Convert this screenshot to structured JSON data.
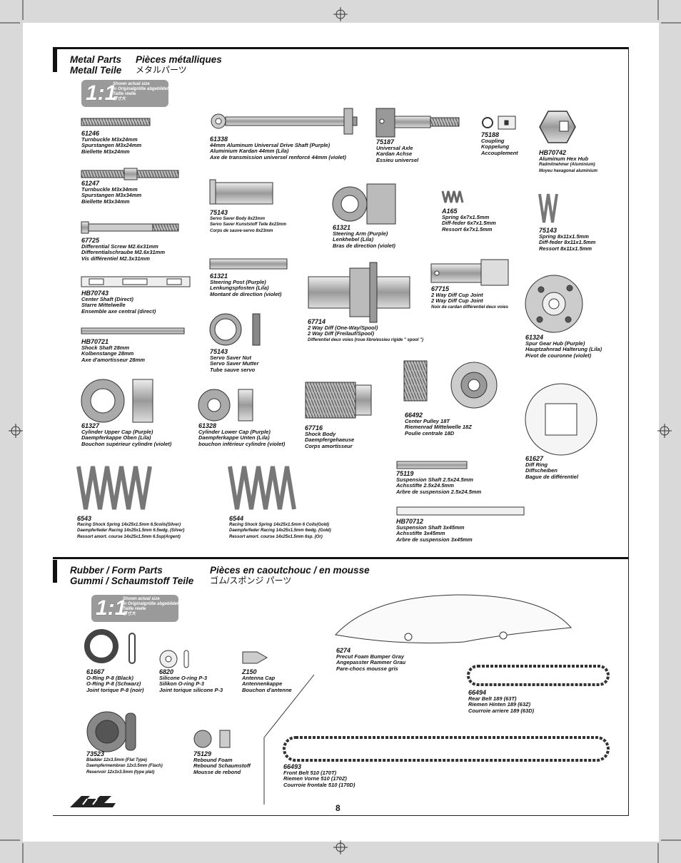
{
  "page_number": "8",
  "section1": {
    "title_en": "Metal Parts",
    "title_de": "Metall Teile",
    "title_fr": "Pièces métalliques",
    "title_jp": "メタルパーツ"
  },
  "section2": {
    "title_en": "Rubber / Form Parts",
    "title_de": "Gummi / Schaumstoff Teile",
    "title_fr": "Pièces en caoutchouc / en mousse",
    "title_jp": "ゴム/スポンジ パーツ"
  },
  "scale_badge": {
    "ratio": "1:1",
    "lines": [
      "Shown actual size",
      "In Originalgröße abgebildet",
      "Taille réelle",
      "原寸大"
    ]
  },
  "parts": [
    {
      "code": "61246",
      "lines": [
        "Turnbuckle M3x24mm",
        "Spurstangen M3x24mm",
        "Biellette M3x24mm"
      ]
    },
    {
      "code": "61247",
      "lines": [
        "Turnbuckle M3x34mm",
        "Spurstangen M3x34mm",
        "Biellette M3x34mm"
      ]
    },
    {
      "code": "67725",
      "lines": [
        "Differential Screw M2.6x31mm",
        "Differentialschraube M2.6x31mm",
        "Vis différentiel M2.3x31mm"
      ]
    },
    {
      "code": "HB70743",
      "lines": [
        "Center Shaft (Direct)",
        "Starre Mittelwelle",
        "Ensemble axe central (direct)"
      ]
    },
    {
      "code": "HB70721",
      "lines": [
        "Shock Shaft 28mm",
        "Kolbenstange 28mm",
        "Axe d'amortisseur 28mm"
      ]
    },
    {
      "code": "61338",
      "lines": [
        "44mm Aluminum Universal Drive Shaft (Purple)",
        "Aluminium Kardan 44mm (Lila)",
        "Axe de transmission universel renforcé 44mm (violet)"
      ]
    },
    {
      "code": "75187",
      "lines": [
        "Universal Axle",
        "Kardan Achse",
        "Essieu universel"
      ]
    },
    {
      "code": "75188",
      "lines": [
        "Coupling",
        "Koppelung",
        "Accouplement"
      ]
    },
    {
      "code": "HB70742",
      "lines": [
        "Aluminum Hex Hub",
        "Radmitnehmer (Aluminium)",
        "Moyeu hexagonal aluminium"
      ]
    },
    {
      "code": "75143",
      "lines": [
        "Servo Saver Body 8x23mm",
        "Servo Saver Kunststoff Teile 8x23mm",
        "Corps de sauve-servo 8x23mm"
      ]
    },
    {
      "code": "61321",
      "lines": [
        "Steering Arm (Purple)",
        "Lenkhebel (Lila)",
        "Bras de direction (violet)"
      ]
    },
    {
      "code": "A165",
      "lines": [
        "Spring 6x7x1.5mm",
        "Diff-feder 6x7x1.5mm",
        "Ressort 6x7x1.5mm"
      ]
    },
    {
      "code": "75143",
      "lines": [
        "Spring 8x11x1.5mm",
        "Diff-feder 8x11x1.5mm",
        "Ressort 8x11x1.5mm"
      ]
    },
    {
      "code": "61321",
      "lines": [
        "Steering Post (Purple)",
        "Lenkungspfosten (Lila)",
        "Montant de direction (violet)"
      ]
    },
    {
      "code": "67714",
      "lines": [
        "2 Way Diff (One-Way/Spool)",
        "2 Way Diff (Freilauf/Spool)",
        "Differentiel deux voies (roue libre/essieu rigide \" spool \")"
      ]
    },
    {
      "code": "67715",
      "lines": [
        "2 Way Diff Cup Joint",
        "2 Way Diff Cup Joint",
        "Noix de cardan différentiel deux voies"
      ]
    },
    {
      "code": "61324",
      "lines": [
        "Spur Gear Hub (Purple)",
        "Hauptzahnrad Halterung (Lila)",
        "Pivot de couronne (violet)"
      ]
    },
    {
      "code": "75143",
      "lines": [
        "Servo Saver Nut",
        "Servo Saver Mutter",
        "Tube sauve servo"
      ]
    },
    {
      "code": "61327",
      "lines": [
        "Cylinder Upper Cap (Purple)",
        "Daempferkappe Oben (Lila)",
        "Bouchon supérieur cylindre (violet)"
      ]
    },
    {
      "code": "61328",
      "lines": [
        "Cylinder Lower Cap (Purple)",
        "Daempferkappe Unten (Lila)",
        "bouchon inférieur cylindre (violet)"
      ]
    },
    {
      "code": "67716",
      "lines": [
        "Shock Body",
        "Daempfergehaeuse",
        "Corps amortisseur"
      ]
    },
    {
      "code": "66492",
      "lines": [
        "Center Pulley 18T",
        "Riemenrad Mittelwelle 18Z",
        "Poulie centrale 18D"
      ]
    },
    {
      "code": "61627",
      "lines": [
        "Diff Ring",
        "Diffscheiben",
        "Bague de différentiel"
      ]
    },
    {
      "code": "75119",
      "lines": [
        "Suspension Shaft 2.5x24.5mm",
        "Achsstifte 2.5x24.5mm",
        "Arbre de suspension 2.5x24.5mm"
      ]
    },
    {
      "code": "HB70712",
      "lines": [
        "Suspension Shaft 3x45mm",
        "Achsstifte 3x45mm",
        "Arbre de suspension 3x45mm"
      ]
    },
    {
      "code": "6543",
      "lines": [
        "Racing Shock Spring 14x25x1.5mm 6.5coils(Silver)",
        "Daempferfeder Racing 14x25x1.5mm 6.5wdg. (Silver)",
        "Ressort amort. course 14x25x1.5mm 6.5sp(Argent)"
      ]
    },
    {
      "code": "6544",
      "lines": [
        "Racing Shock Spring 14x25x1.5mm 6 Coils(Gold)",
        "Daempferfeder Racing 14x25x1.5mm 6wdg. (Gold)",
        "Ressort amort. course 14x25x1.5mm 6sp.  (Or)"
      ]
    },
    {
      "code": "61667",
      "lines": [
        "O-Ring P-8 (Black)",
        "O-Ring P-8 (Schwarz)",
        "Joint torique P-8 (noir)"
      ]
    },
    {
      "code": "6820",
      "lines": [
        "Silicone O-ring P-3",
        "Silikon O-ring P-3",
        "Joint torique silicone P-3"
      ]
    },
    {
      "code": "Z150",
      "lines": [
        "Antenna Cap",
        "Antennenkappe",
        "Bouchon d'antenne"
      ]
    },
    {
      "code": "6274",
      "lines": [
        "Precut Foam Bumper Gray",
        "Angepasster Rammer Grau",
        "Pare-chocs mousse gris"
      ]
    },
    {
      "code": "66494",
      "lines": [
        "Rear Belt 189 (63T)",
        "Riemen Hinten 189 (63Z)",
        "Courroie arriere 189 (63D)"
      ]
    },
    {
      "code": "73523",
      "lines": [
        "Bladder 12x3.5mm (Flat Type)",
        "Daempfermembran 12x3.5mm (Flach)",
        "Reservoir 12x3x3.5mm (type plat)"
      ]
    },
    {
      "code": "75129",
      "lines": [
        "Rebound Foam",
        "Rebound Schaumstoff",
        "Mousse de rebond"
      ]
    },
    {
      "code": "66493",
      "lines": [
        "Front Belt 510 (170T)",
        "Riemen Vorne 510 (170Z)",
        "Courroie frontale 510 (170D)"
      ]
    }
  ]
}
